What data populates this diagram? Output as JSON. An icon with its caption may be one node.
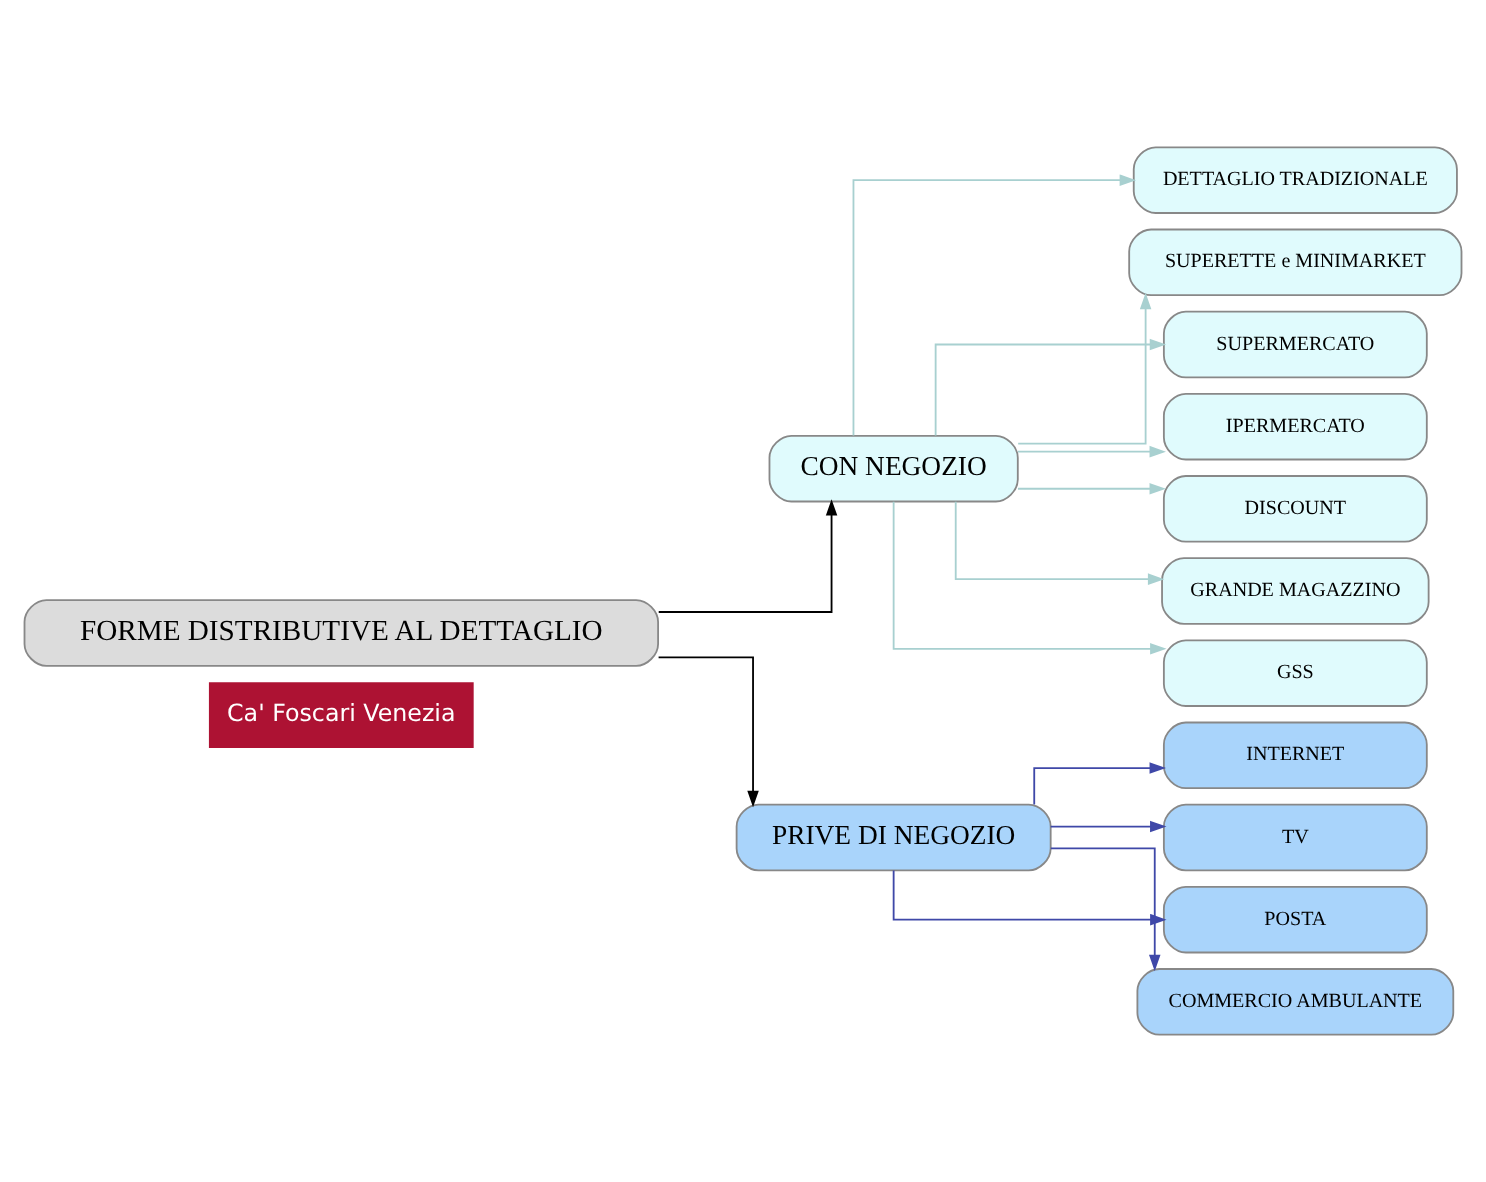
{
  "diagram": {
    "nodes": [
      {
        "text": [
          "FORME DISTRIBUTIVE AL DETTAGLIO"
        ]
      },
      {
        "text": [
          "CON NEGOZIO"
        ]
      },
      {
        "text": [
          "DETTAGLIO TRADIZIONALE"
        ]
      },
      {
        "text": [
          "SUPERETTE e MINIMARKET"
        ]
      },
      {
        "text": [
          "SUPERMERCATO"
        ]
      },
      {
        "text": [
          "IPERMERCATO"
        ]
      },
      {
        "text": [
          "DISCOUNT"
        ]
      },
      {
        "text": [
          "GRANDE MAGAZZINO"
        ]
      },
      {
        "text": [
          "GSS"
        ]
      },
      {
        "text": [
          "PRIVE DI NEGOZIO"
        ]
      },
      {
        "text": [
          "INTERNET"
        ]
      },
      {
        "text": [
          "TV"
        ]
      },
      {
        "text": [
          "POSTA"
        ]
      },
      {
        "text": [
          "COMMERCIO AMBULANTE"
        ]
      }
    ],
    "edges": [
      {
        "from": 0,
        "to": 1,
        "arrow": "to",
        "color": "#000000"
      },
      {
        "from": 0,
        "to": 9,
        "arrow": "to",
        "color": "#000000"
      },
      {
        "from": 1,
        "to": 2,
        "arrow": "to",
        "color": "#a8d0d0"
      },
      {
        "from": 1,
        "to": 3,
        "arrow": "to",
        "color": "#a8d0d0"
      },
      {
        "from": 1,
        "to": 4,
        "arrow": "to",
        "color": "#a8d0d0"
      },
      {
        "from": 1,
        "to": 5,
        "arrow": "to",
        "color": "#a8d0d0"
      },
      {
        "from": 1,
        "to": 6,
        "arrow": "to",
        "color": "#a8d0d0"
      },
      {
        "from": 1,
        "to": 7,
        "arrow": "to",
        "color": "#a8d0d0"
      },
      {
        "from": 1,
        "to": 8,
        "arrow": "to",
        "color": "#a8d0d0"
      },
      {
        "from": 9,
        "to": 10,
        "arrow": "to",
        "color": "#3f48a8"
      },
      {
        "from": 9,
        "to": 11,
        "arrow": "to",
        "color": "#3f48a8"
      },
      {
        "from": 9,
        "to": 12,
        "arrow": "to",
        "color": "#3f48a8"
      },
      {
        "from": 9,
        "to": 13,
        "arrow": "to",
        "color": "#3f48a8"
      }
    ],
    "labels": [
      "Ca' Foscari Venezia"
    ]
  }
}
